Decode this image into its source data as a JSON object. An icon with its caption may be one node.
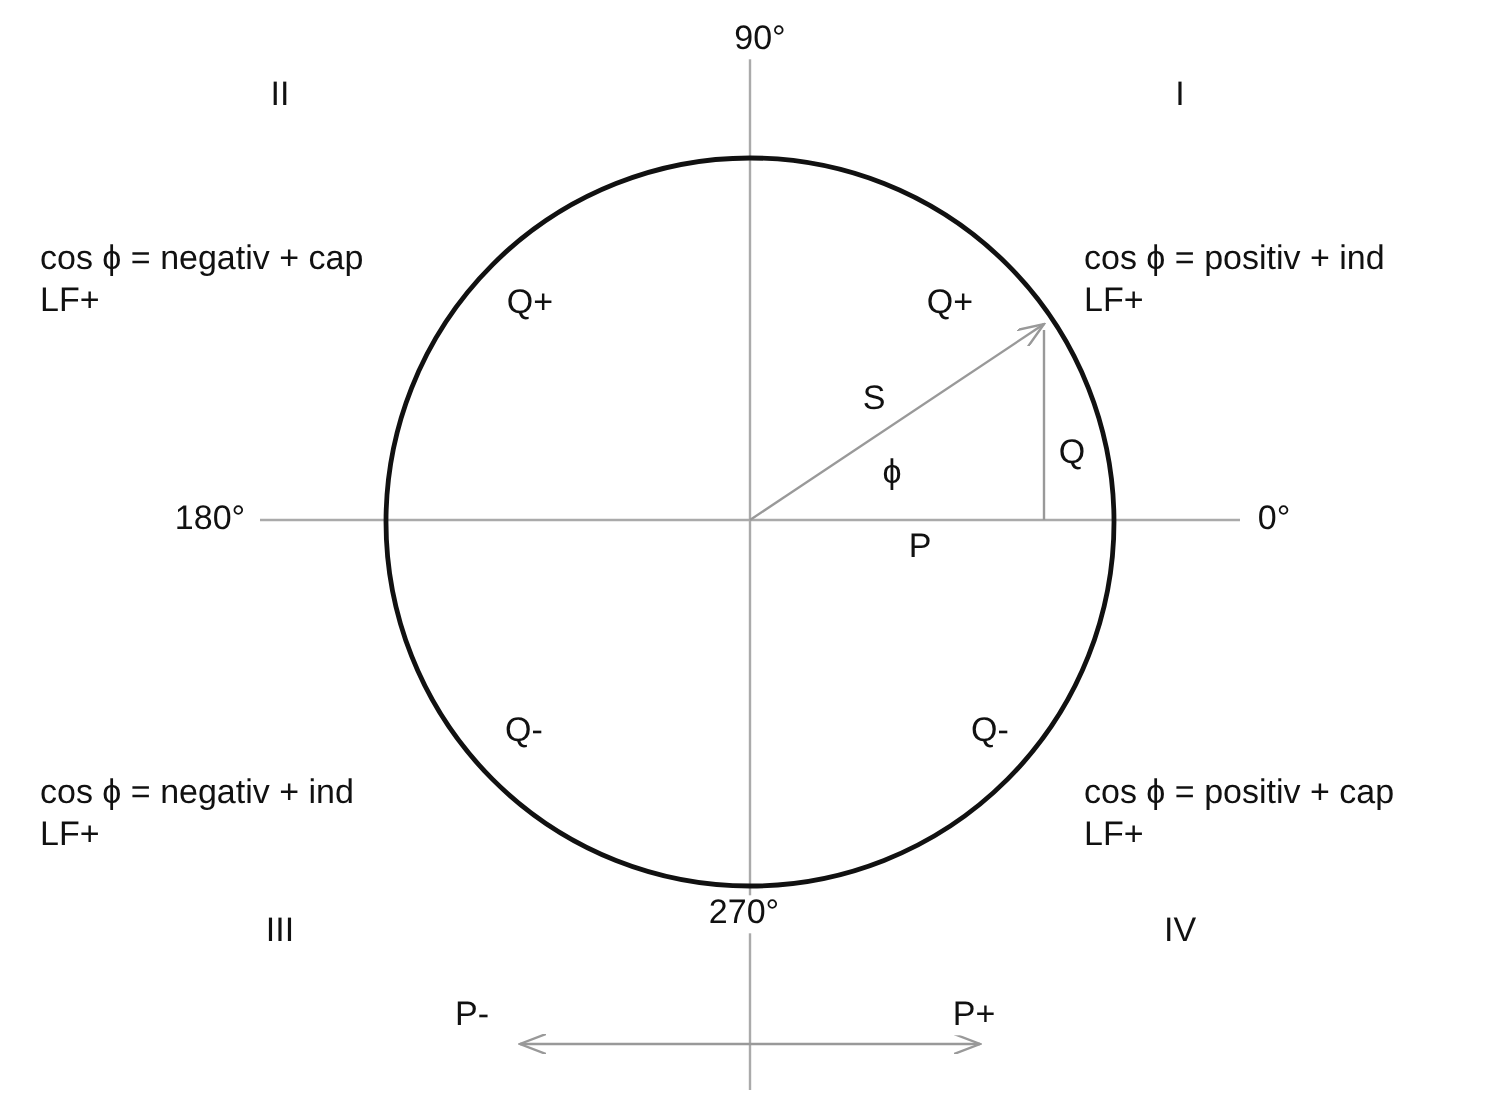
{
  "diagram": {
    "labels": [
      "90°",
      "II",
      "I",
      "cos ϕ = negativ + cap",
      "LF+",
      "Q+",
      "Q+",
      "cos ϕ = positiv + ind",
      "LF+",
      "S",
      "ϕ",
      "Q",
      "180°",
      "0°",
      "P",
      "Q-",
      "Q-",
      "cos ϕ = negativ + ind",
      "LF+",
      "cos ϕ = positiv + cap",
      "LF+",
      "III",
      "270°",
      "IV",
      "P-",
      "P+"
    ]
  }
}
